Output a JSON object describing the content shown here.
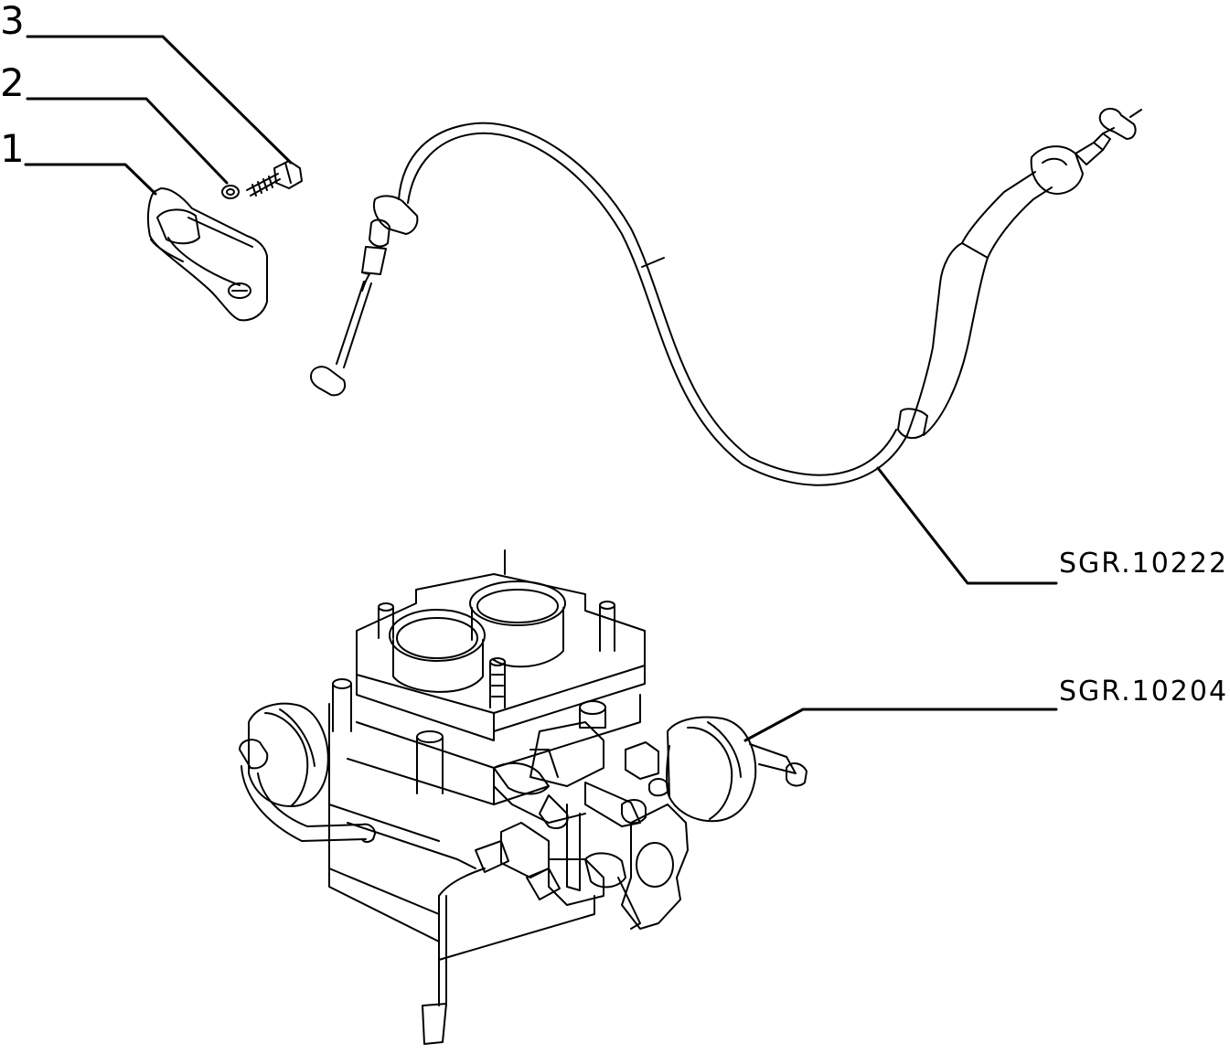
{
  "callouts": [
    {
      "id": "1",
      "text": "1"
    },
    {
      "id": "2",
      "text": "2"
    },
    {
      "id": "3",
      "text": "3"
    }
  ],
  "references": [
    {
      "id": "cable",
      "text": "SGR.10222"
    },
    {
      "id": "carburettor",
      "text": "SGR.10204"
    }
  ],
  "colors": {
    "ink": "#000000",
    "paper": "#ffffff"
  }
}
